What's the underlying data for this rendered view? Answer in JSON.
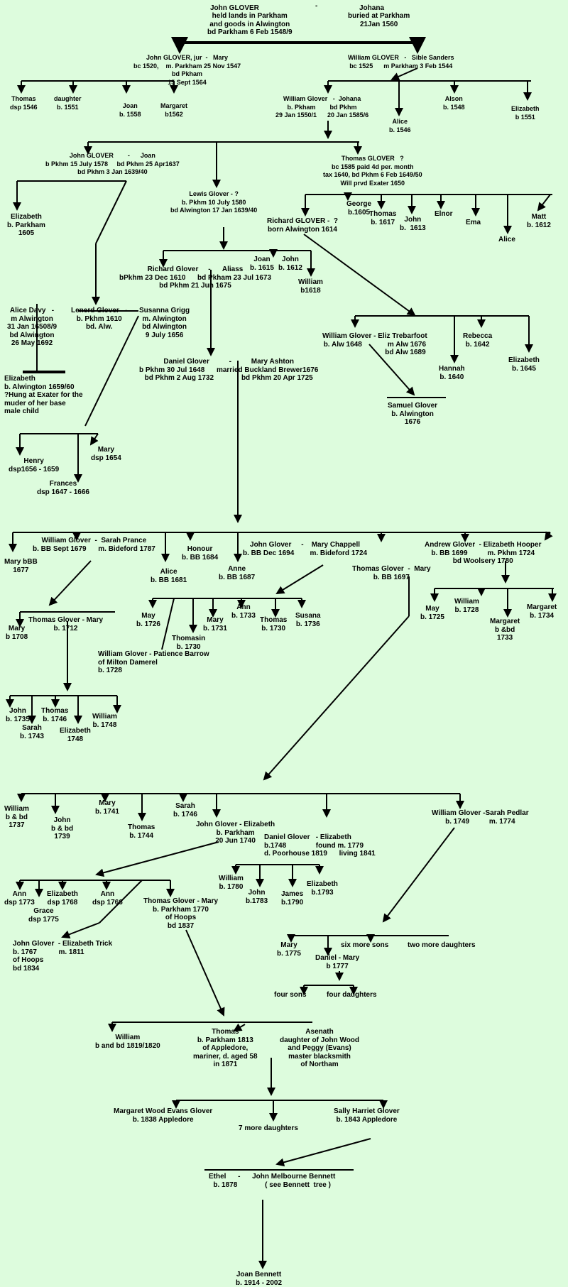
{
  "nodes": {
    "n01": "John GLOVER",
    "n02": "Johana",
    "n03": "held lands in Parkham\nand goods in Alwington\nbd Parkham 6 Feb 1548/9",
    "n04": "buried at Parkham\n21Jan 1560",
    "n05": "John GLOVER, jur  -   Mary\nbc 1520,    m. Parkham 25 Nov 1547\nbd Pkham\n15 Sept 1564",
    "n06": "William GLOVER   -   Sible Sanders\nbc 1525      m Parkham 3 Feb 1544",
    "n07": "Thomas\ndsp 1546",
    "n08": "daughter\nb. 1551",
    "n09": "Joan\nb. 1558",
    "n10": "Margaret\nb1562",
    "n11": "William Glover   -  Johana\nb. Pkham        bd Pkhm\n29 Jan 1550/1      20 Jan 1585/6",
    "n12": "Alice\nb. 1546",
    "n13": "Alson\nb. 1548",
    "n14": "Elizabeth\nb 1551",
    "n15": "John GLOVER        -      Joan\nb Pkhm 15 July 1578     bd Pkhm 25 Apr1637\nbd Pkhm 3 Jan 1639/40",
    "n16": "Thomas GLOVER   ?\nbc 1585 paid 4d per. month\ntax 1640, bd Pkhm 6 Feb 1649/50\nWill prvd Exater 1650",
    "n17": "Lewis Glover - ?\nb. Pkhm 10 July 1580\nbd Alwington 17 Jan 1639/40",
    "n18": "Elizabeth\nb. Parkham\n1605",
    "n19": "George\nb.1605",
    "n20": "Thomas\nb. 1617",
    "n21": "John\nb.  1613",
    "n22": "Elnor",
    "n23": "Ema",
    "n24": "Alice",
    "n25": "Matt\nb. 1612",
    "n26": "Richard GLOVER -  ?\nborn Alwington 1614",
    "n27": "Richard Glover     -      Aliass\nbPkhm 23 Dec 1610      bd Pkham 23 Jul 1673\nbd Pkhm 21 Jun 1675",
    "n28": "Joan\nb. 1615",
    "n29": "John\nb. 1612",
    "n30": "William\nb1618",
    "n31": "Alice Davy   -\nm Alwington\n31 Jan 16508/9\nbd Alwington\n26 May 1692",
    "n32": "Lenerd Glover   -\nb. Pkhm 1610\nbd. Alw.",
    "n33": "Susanna Grigg\nm. Alwington\nbd Alwington\n9 July 1656",
    "n34": "William Glover - Eliz Trebarfoot\nb. Alw 1648             m Alw 1676\n                               bd Alw 1689",
    "n35": "Rebecca\nb. 1642",
    "n36": "Hannah\nb. 1640",
    "n37": "Elizabeth\nb. 1645",
    "n38": "Elizabeth\nb. Alwington 1659/60\n?Hung at Exater for the\nmuder of her base\nmale child",
    "n39": "Daniel Glover          -          Mary Ashton\nb Pkhm 30 Jul 1648      married Buckland Brewer1676\nbd Pkhm 2 Aug 1732              bd Pkhm 20 Apr 1725",
    "n40": "Samuel Glover\nb. Alwington\n1676",
    "n41": "Henry\ndsp1656 - 1659",
    "n42": "Mary\ndsp 1654",
    "n43": "Frances\ndsp 1647 - 1666",
    "n44": "William Glover  -  Sarah Prance\nb. BB Sept 1679      m. Bideford 1787",
    "n45": "Honour\nb. BB 1684",
    "n46": "John Glover     -    Mary Chappell\nb. BB Dec 1694        m. Bideford 1724",
    "n47": "Andrew Glover  - Elizabeth Hooper\nb. BB 1699          m. Pkhm 1724\nbd Woolsery 1780",
    "n48": "Mary bBB\n1677",
    "n49": "Alice\nb. BB 1681",
    "n50": "Anne\nb. BB 1687",
    "n51": "Thomas Glover  -  Mary\nb. BB 1697",
    "n52": "May\nb. 1725",
    "n53": "William\nb. 1728",
    "n54": "Margaret\nb. 1734",
    "n55": "Margaret\nb &bd\n1733",
    "n56": "Thomas Glover - Mary\nb. 1712",
    "n57": "Mary\nb 1708",
    "n58": "May\nb. 1726",
    "n59": "Mary\nb. 1731",
    "n60": "Ann\nb. 1733",
    "n61": "Thomas\nb. 1730",
    "n62": "Susana\nb. 1736",
    "n63": "Thomasin\nb. 1730",
    "n64": "William Glover - Patience Barrow\nof Milton Damerel\nb. 1728",
    "n65": "John\nb. 1735",
    "n66": "Thomas\nb. 1746",
    "n67": "William\nb. 1748",
    "n68": "Sarah\nb. 1743",
    "n69": "Elizabeth\n1748",
    "n70": "William\nb & bd\n1737",
    "n71": "John\nb & bd\n1739",
    "n72": "Mary\nb. 1741",
    "n73": "Thomas\nb. 1744",
    "n74": "Sarah\nb. 1746",
    "n75": "John Glover - Elizabeth\nb. Parkham\n20 Jun 1740",
    "n76": "William Glover -Sarah Pedlar\nb. 1749          m. 1774",
    "n77": "Daniel Glover   - Elizabeth\nb.1748               found m. 1779\nd. Poorhouse 1819      living 1841",
    "n78": "William\nb. 1780",
    "n79": "John\nb.1783",
    "n80": "James\nb.1790",
    "n81": "Elizabeth\nb.1793",
    "n82": "Ann\ndsp 1773",
    "n83": "Elizabeth\ndsp 1768",
    "n84": "Ann\ndsp 1766",
    "n85": "Grace\ndsp 1775",
    "n86": "Thomas Glover - Mary\nb. Parkham 1770\nof Hoops\nbd 1837",
    "n87": "John Glover  - Elizabeth Trick\nb. 1767           m. 1811\nof Hoops\nbd 1834",
    "n88": "Mary\nb. 1775",
    "n89": "six more sons",
    "n90": "two more daughters",
    "n91": "Daniel - Mary\nb 1777",
    "n92": "four sons",
    "n93": "four daughters",
    "n94": "William\nb and bd 1819/1820",
    "n95": "Thomas\nb. Parkham 1813\nof Appledore,\nmariner, d. aged 58\nin 1871",
    "n96": "Asenath\ndaughter of John Wood\nand Peggy (Evans)\nmaster blacksmith\nof Northam",
    "n97": "Margaret Wood Evans Glover\nb. 1838 Appledore",
    "n98": "7 more daughters",
    "n99": "Sally Harriet Glover\nb. 1843 Appledore",
    "n100": "Ethel      -      John Melbourne Bennett\nb. 1878              ( see Bennett  tree )",
    "n101": "Joan Bennett\nb. 1914 - 2002"
  }
}
